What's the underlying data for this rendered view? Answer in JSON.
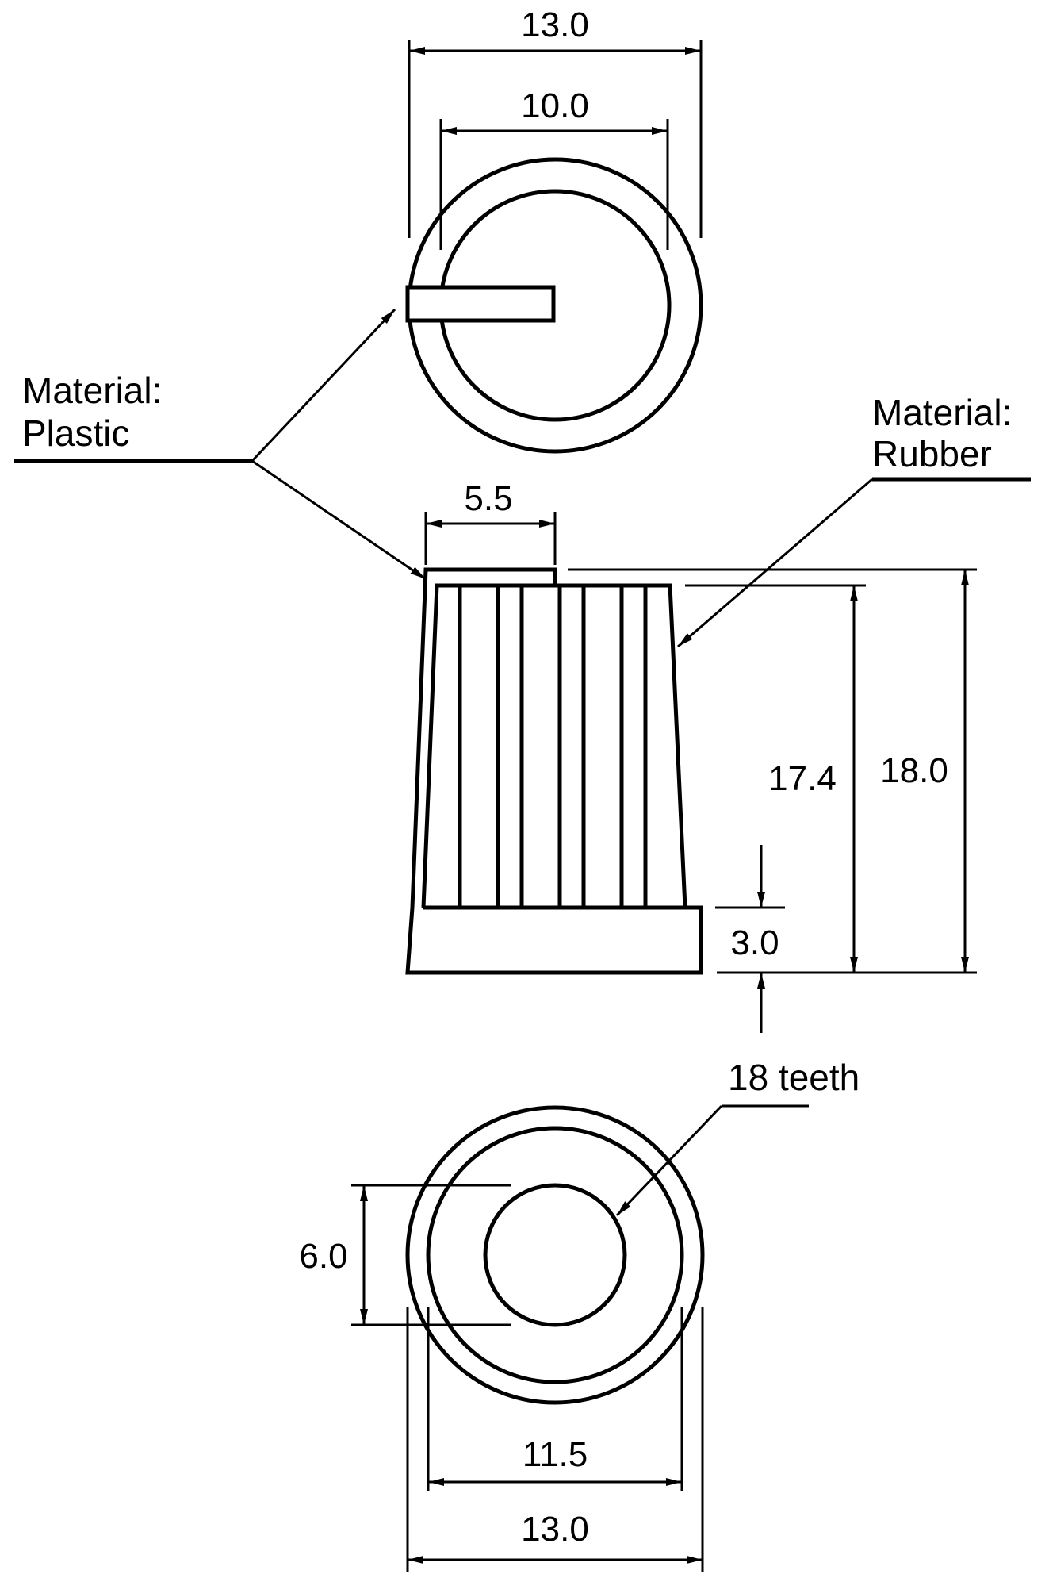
{
  "top_view": {
    "outer_diameter": "13.0",
    "inner_diameter": "10.0"
  },
  "side_view": {
    "pointer_width": "5.5",
    "rubber_height": "17.4",
    "total_height": "18.0",
    "base_height": "3.0"
  },
  "bottom_view": {
    "bore_diameter": "6.0",
    "inner_diameter": "11.5",
    "outer_diameter": "13.0",
    "teeth_label": "18 teeth"
  },
  "callouts": {
    "plastic_line1": "Material:",
    "plastic_line2": "Plastic",
    "rubber_line1": "Material:",
    "rubber_line2": "Rubber"
  }
}
